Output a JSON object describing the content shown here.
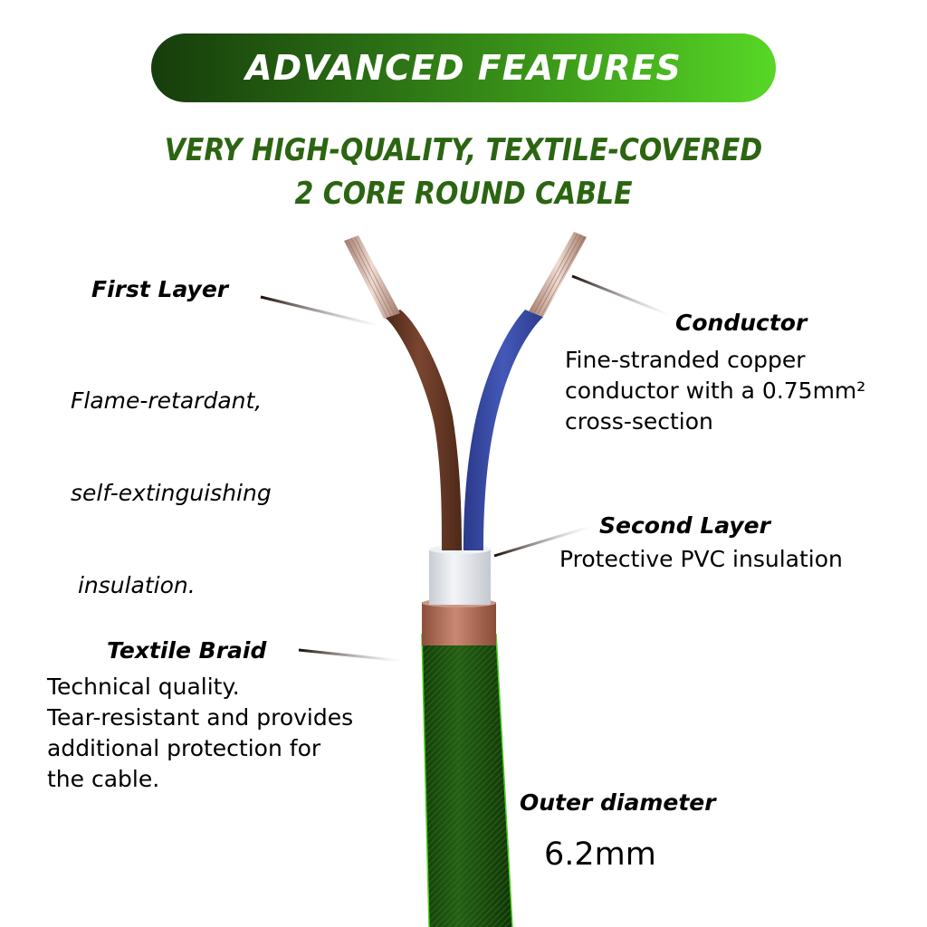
{
  "banner": {
    "title": "ADVANCED FEATURES",
    "gradient_start": "#163d0b",
    "gradient_end": "#57d726"
  },
  "subtitle": {
    "line1": "VERY HIGH-QUALITY, TEXTILE-COVERED",
    "line2": "2 CORE ROUND CABLE",
    "color": "#2b6511"
  },
  "callouts": {
    "first_layer": {
      "title": "First Layer",
      "lines": [
        "Flame-retardant,",
        "self-extinguishing",
        " insulation."
      ]
    },
    "conductor": {
      "title": "Conductor",
      "lines": [
        "Fine-stranded copper",
        "conductor with a 0.75mm²",
        "cross-section"
      ]
    },
    "second_layer": {
      "title": "Second Layer",
      "lines": [
        "Protective PVC insulation"
      ]
    },
    "textile_braid": {
      "title": "Textile Braid",
      "lines": [
        "Technical quality.",
        "Tear-resistant and provides",
        "additional protection for",
        "the cable."
      ]
    },
    "outer_diameter": {
      "title": "Outer diameter",
      "value": "6.2mm"
    }
  },
  "cable": {
    "brown_wire_color": "#6b3a24",
    "blue_wire_color": "#3a4fa8",
    "inner_sheath_color": "#e8eaee",
    "copper_ring_color": "#b5705a",
    "braid_color": "#1f5a12",
    "copper_strand_color": "#d6b8a8"
  }
}
